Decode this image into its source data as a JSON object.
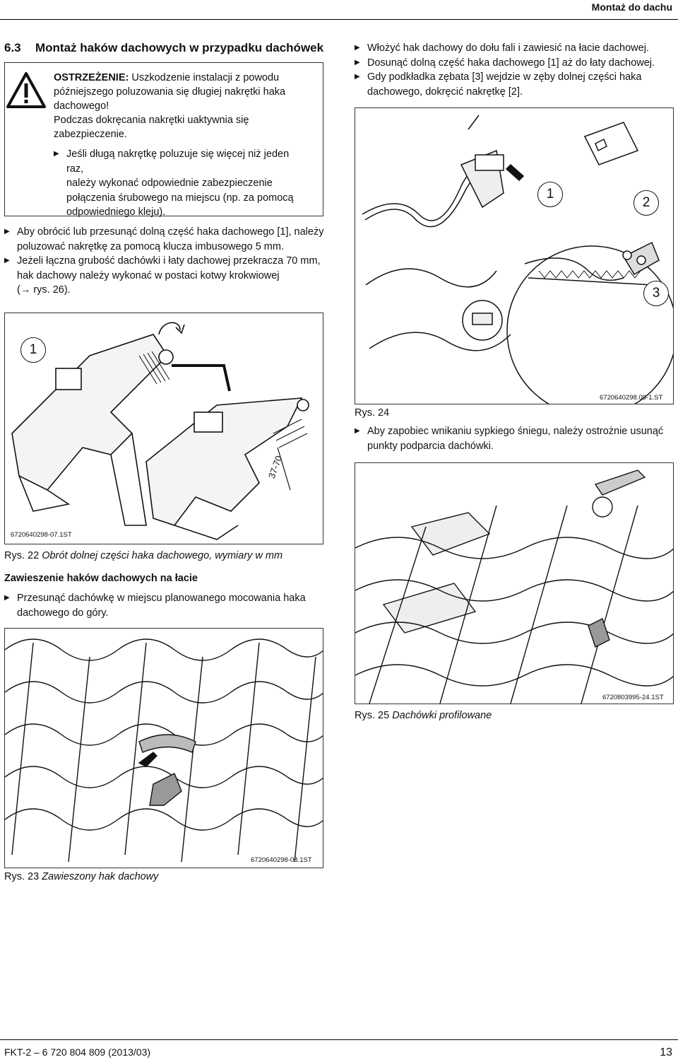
{
  "header": {
    "title": "Montaż do dachu"
  },
  "section": {
    "number": "6.3",
    "title": "Montaż haków dachowych w przypadku dachówek"
  },
  "warning": {
    "label": "OSTRZEŻENIE:",
    "lines": [
      "Uszkodzenie instalacji z powodu",
      "późniejszego poluzowania się długiej nakrętki haka",
      "dachowego!",
      "Podczas dokręcania nakrętki uaktywnia się",
      "zabezpieczenie."
    ],
    "step_lines": [
      "Jeśli długą nakrętkę poluzuje się więcej niż jeden raz,",
      "należy wykonać odpowiednie zabezpieczenie",
      "połączenia śrubowego na miejscu (np. za pomocą",
      "odpowiedniego kleju)."
    ]
  },
  "left_steps": {
    "s1": [
      "Aby obrócić lub przesunąć dolną część haka dachowego [1], należy",
      "poluzować nakrętkę za pomocą klucza imbusowego 5 mm."
    ],
    "s2": [
      "Jeżeli łączna grubość dachówki i łaty dachowej przekracza 70 mm,",
      "hak dachowy należy wykonać w postaci kotwy krokwiowej",
      "(→ rys. 26)."
    ]
  },
  "fig22": {
    "label1": "1",
    "dimension": "37-70",
    "code": "6720640298-07.1ST",
    "caption_prefix": "Rys. 22",
    "caption": "Obrót dolnej części haka dachowego, wymiary w mm"
  },
  "subheading": "Zawieszenie haków dachowych na łacie",
  "left_step3": [
    "Przesunąć dachówkę w miejscu planowanego mocowania haka",
    "dachowego do góry."
  ],
  "fig23": {
    "code": "6720640298-08.1ST",
    "caption_prefix": "Rys. 23",
    "caption": "Zawieszony hak dachowy"
  },
  "right_steps": [
    "Włożyć hak dachowy do dołu fali i zawiesić na łacie dachowej.",
    "Dosunąć dolną część haka dachowego [1] aż do łaty dachowej.",
    [
      "Gdy podkładka zębata [3] wejdzie w zęby dolnej części haka",
      "dachowego, dokręcić nakrętkę [2]."
    ]
  ],
  "fig24": {
    "label1": "1",
    "label2": "2",
    "label3": "3",
    "code": "6720640298.09-1.ST",
    "caption_prefix": "Rys. 24"
  },
  "right_step4": [
    "Aby zapobiec wnikaniu sypkiego śniegu, należy ostrożnie usunąć",
    "punkty podparcia dachówki."
  ],
  "fig25": {
    "code": "6720803995-24.1ST",
    "caption_prefix": "Rys. 25",
    "caption": "Dachówki profilowane"
  },
  "footer": {
    "left": "FKT-2 – 6 720 804 809 (2013/03)",
    "page": "13"
  }
}
